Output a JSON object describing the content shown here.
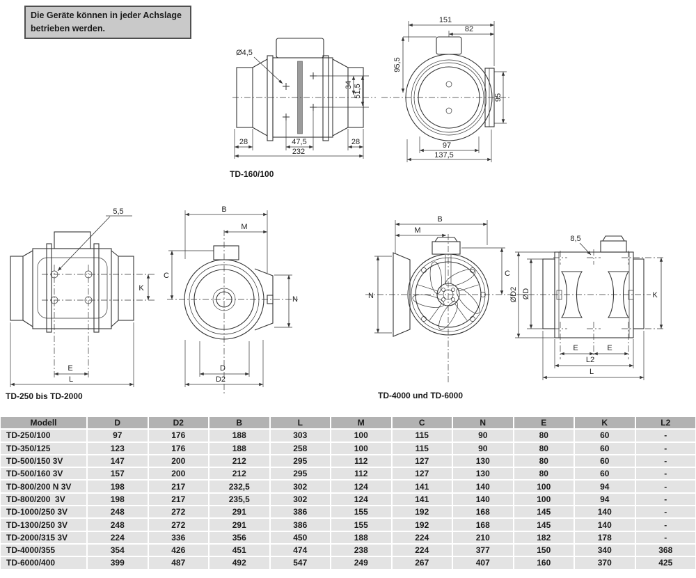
{
  "info_box": {
    "line1": "Die Geräte können in jeder Achslage",
    "line2": "betrieben werden."
  },
  "drawings": {
    "td160_side": {
      "caption": "TD-160/100",
      "hole": "Ø4,5",
      "v34": "34",
      "v515": "51,5",
      "b28l": "28",
      "b475": "47,5",
      "b28r": "28",
      "b232": "232"
    },
    "td160_front": {
      "t151": "151",
      "t82": "82",
      "l955": "95,5",
      "r95": "95",
      "b97": "97",
      "b1375": "137,5"
    },
    "td250_side": {
      "caption": "TD-250 bis TD-2000",
      "hole": "5,5",
      "k": "K",
      "e": "E",
      "l": "L"
    },
    "td250_front": {
      "b": "B",
      "m": "M",
      "c": "C",
      "n": "N",
      "d": "D",
      "d2": "D2"
    },
    "td4000_front": {
      "caption": "TD-4000 und TD-6000",
      "b": "B",
      "m": "M",
      "c": "C",
      "n": "N"
    },
    "td4000_side": {
      "hole": "8,5",
      "od2": "ØD2",
      "od": "ØD",
      "k": "K",
      "e1": "E",
      "e2": "E",
      "l2": "L2",
      "l": "L"
    }
  },
  "table": {
    "headers": [
      "Modell",
      "D",
      "D2",
      "B",
      "L",
      "M",
      "C",
      "N",
      "E",
      "K",
      "L2"
    ],
    "rows": [
      [
        "TD-250/100",
        "97",
        "176",
        "188",
        "303",
        "100",
        "115",
        "90",
        "80",
        "60",
        "-"
      ],
      [
        "TD-350/125",
        "123",
        "176",
        "188",
        "258",
        "100",
        "115",
        "90",
        "80",
        "60",
        "-"
      ],
      [
        "TD-500/150 3V",
        "147",
        "200",
        "212",
        "295",
        "112",
        "127",
        "130",
        "80",
        "60",
        "-"
      ],
      [
        "TD-500/160 3V",
        "157",
        "200",
        "212",
        "295",
        "112",
        "127",
        "130",
        "80",
        "60",
        "-"
      ],
      [
        "TD-800/200 N 3V",
        "198",
        "217",
        "232,5",
        "302",
        "124",
        "141",
        "140",
        "100",
        "94",
        "-"
      ],
      [
        "TD-800/200  3V",
        "198",
        "217",
        "235,5",
        "302",
        "124",
        "141",
        "140",
        "100",
        "94",
        "-"
      ],
      [
        "TD-1000/250 3V",
        "248",
        "272",
        "291",
        "386",
        "155",
        "192",
        "168",
        "145",
        "140",
        "-"
      ],
      [
        "TD-1300/250 3V",
        "248",
        "272",
        "291",
        "386",
        "155",
        "192",
        "168",
        "145",
        "140",
        "-"
      ],
      [
        "TD-2000/315 3V",
        "224",
        "336",
        "356",
        "450",
        "188",
        "224",
        "210",
        "182",
        "178",
        "-"
      ],
      [
        "TD-4000/355",
        "354",
        "426",
        "451",
        "474",
        "238",
        "224",
        "377",
        "150",
        "340",
        "368"
      ],
      [
        "TD-6000/400",
        "399",
        "487",
        "492",
        "547",
        "249",
        "267",
        "407",
        "160",
        "370",
        "425"
      ]
    ]
  },
  "colors": {
    "line": "#333333",
    "table_header_bg": "#b2b2b2",
    "table_row_bg": "#e3e3e3",
    "infobox_bg": "#c9c9c9"
  }
}
